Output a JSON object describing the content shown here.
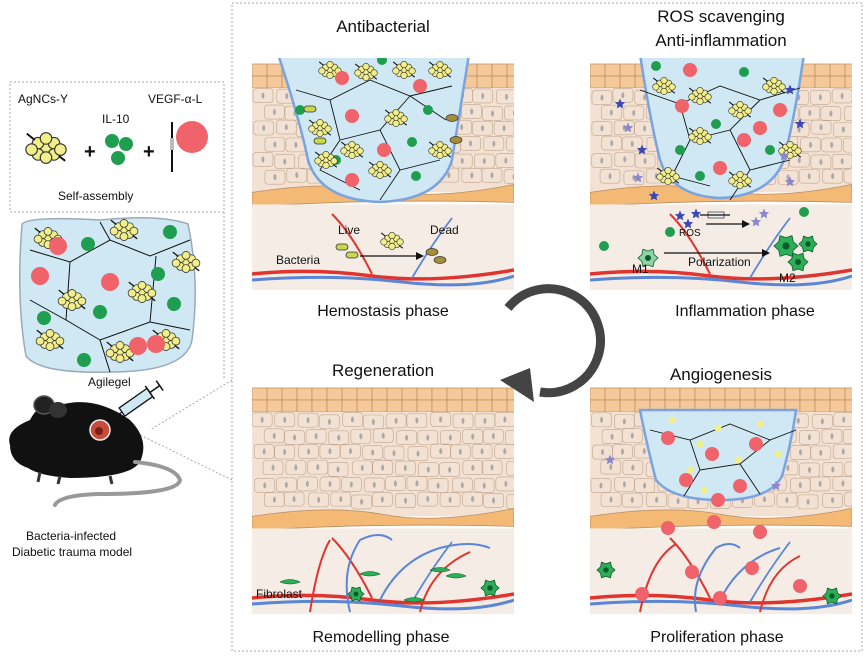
{
  "legend": {
    "agncs": "AgNCs-Y",
    "il10": "IL-10",
    "vegf": "VEGF-α-L",
    "plus": "+",
    "self_assembly": "Self-assembly",
    "agilegel": "Agilegel",
    "model_line1": "Bacteria-infected",
    "model_line2": "Diabetic trauma model"
  },
  "panels": {
    "antibacterial": {
      "title": "Antibacterial",
      "phase": "Hemostasis phase",
      "live": "Live",
      "dead": "Dead",
      "bacteria": "Bacteria"
    },
    "ros": {
      "title_line1": "ROS scavenging",
      "title_line2": "Anti-inflammation",
      "phase": "Inflammation phase",
      "ros": "ROS",
      "m1": "M1",
      "m2": "M2",
      "polarization": "Polarization"
    },
    "regeneration": {
      "title": "Regeneration",
      "phase": "Remodelling phase",
      "fibroblast": "Fibrolast"
    },
    "angiogenesis": {
      "title": "Angiogenesis",
      "phase": "Proliferation phase"
    }
  },
  "colors": {
    "il10_green": "#1f9e4f",
    "vegf_red": "#f0636a",
    "gel_blue": "#cfe8f3",
    "agncs_yellow": "#f2ef8a",
    "epidermis": "#f6c99a",
    "dermis": "#f3e2d3"
  }
}
